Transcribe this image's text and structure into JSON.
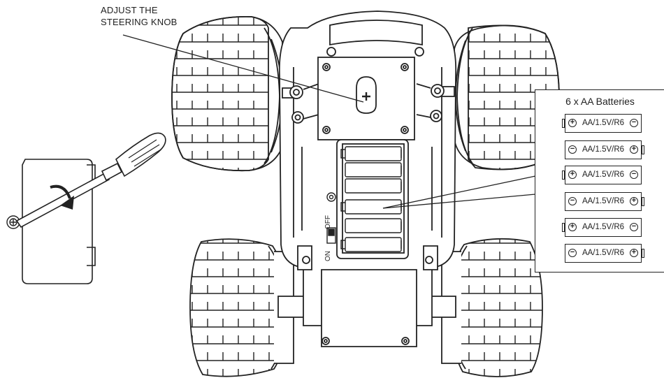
{
  "callout": {
    "line1": "ADJUST THE",
    "line2": "STEERING KNOB"
  },
  "switch": {
    "on_label": "ON",
    "off_label": "OFF"
  },
  "batteries": {
    "title": "6 x AA Batteries",
    "cells": [
      {
        "label": "AA/1.5V/R6",
        "left": "⊕",
        "right": "⊖",
        "nub": "left"
      },
      {
        "label": "AA/1.5V/R6",
        "left": "⊖",
        "right": "⊕",
        "nub": "right"
      },
      {
        "label": "AA/1.5V/R6",
        "left": "⊕",
        "right": "⊖",
        "nub": "left"
      },
      {
        "label": "AA/1.5V/R6",
        "left": "⊖",
        "right": "⊕",
        "nub": "right"
      },
      {
        "label": "AA/1.5V/R6",
        "left": "⊕",
        "right": "⊖",
        "nub": "left"
      },
      {
        "label": "AA/1.5V/R6",
        "left": "⊖",
        "right": "⊕",
        "nub": "right"
      }
    ]
  },
  "colors": {
    "line": "#222222",
    "fill": "#ffffff"
  }
}
